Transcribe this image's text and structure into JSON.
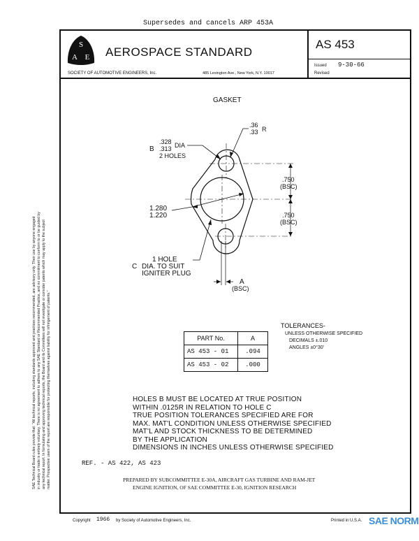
{
  "supersedes": "Supersedes and cancels ARP 453A",
  "header": {
    "logo_letters": [
      "S",
      "A",
      "E"
    ],
    "title": "AEROSPACE STANDARD",
    "society": "SOCIETY OF AUTOMOTIVE ENGINEERS, Inc.",
    "address": "485 Lexington Ave., New York, N.Y. 10017",
    "doc_number": "AS 453",
    "issued_label": "Issued",
    "issued_date": "9-30-66",
    "revised_label": "Revised"
  },
  "drawing": {
    "title": "GASKET",
    "labels": {
      "radius_top": ".36",
      "radius_bottom": ".33",
      "radius_suffix": "R",
      "hole_b_letter": "B",
      "hole_b_dia_top": ".328",
      "hole_b_dia_bottom": ".313",
      "hole_b_dia_suffix": "DIA",
      "hole_b_count": "2 HOLES",
      "spacing_1": ".750",
      "spacing_1_note": "(BSC)",
      "spacing_2": ".750",
      "spacing_2_note": "(BSC)",
      "center_dia_top": "1.280",
      "center_dia_bottom": "1.220",
      "hole_c_line1": "1 HOLE",
      "hole_c_letter": "C",
      "hole_c_line2": "DIA. TO SUIT",
      "hole_c_line3": "IGNITER PLUG",
      "offset_label": "A",
      "offset_note": "(BSC)"
    }
  },
  "parts_table": {
    "headers": [
      "PART No.",
      "A"
    ],
    "rows": [
      [
        "AS 453 - 01",
        ".094"
      ],
      [
        "AS 453 - 02",
        ".000"
      ]
    ]
  },
  "tolerances": {
    "title": "TOLERANCES-",
    "line1": "UNLESS OTHERWISE SPECIFIED",
    "line2": "DECIMALS  ±.010",
    "line3": "ANGLES  ±0°30'"
  },
  "notes": [
    "HOLES B MUST BE LOCATED AT TRUE POSITION",
    "WITHIN .0125R IN RELATION TO HOLE C",
    "TRUE POSITION TOLERANCES SPECIFIED ARE FOR",
    "MAX. MAT'L CONDITION UNLESS OTHERWISE SPECIFIED",
    "MAT'L AND STOCK THICKNESS TO BE DETERMINED",
    "BY THE APPLICATION",
    "DIMENSIONS IN INCHES UNLESS OTHERWISE SPECIFIED"
  ],
  "reference": "REF. - AS 422, AS 423",
  "prepared_by": [
    "PREPARED BY SUBCOMMITTEE E-30A, AIRCRAFT GAS TURBINE AND RAM-JET",
    "ENGINE IGNITION, OF SAE COMMITTEE E-30, IGNITION RESEARCH"
  ],
  "footer": {
    "copyright_label": "Copyright",
    "copyright_year": "1966",
    "copyright_holder": "by Society of Automotive Engineers, Inc.",
    "printed": "Printed in U.S.A.",
    "watermark": "SAE NORM"
  },
  "side_disclaimer": [
    "SAE Technical Board rules provide that: \"All technical reports, including standards approved and practices recommended, are advisory only. Their use by anyone engaged",
    "in industry or trade is entirely voluntary. There is no agreement to adhere to any SAE Standard or Recommended Practice, and no commitment to conform to or be guided by",
    "any technical report. In formulating and approving technical reports, the Board and its Committees will not investigate or consider patents which may apply to the subject",
    "matter. Prospective users of the report are responsible for protecting themselves against liability for infringement of patents.\""
  ]
}
